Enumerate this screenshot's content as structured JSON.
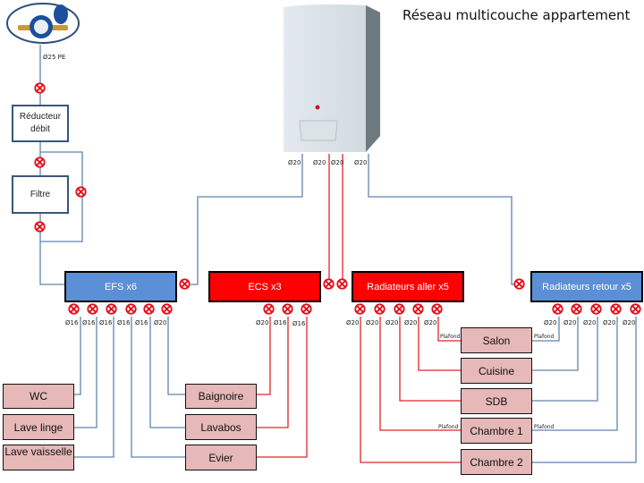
{
  "title": "Réseau multicouche appartement",
  "colors": {
    "cold_pipe": "#5f84b0",
    "hot_pipe": "#e0252a",
    "valve": "#e0101a",
    "cold_manifold": "#5b8fd6",
    "hot_manifold": "#ff0000",
    "room_fill": "#e6b8b8"
  },
  "supply": {
    "meter_icon": "water-meter-icon",
    "inlet_label": "Ø25 PE",
    "reducer_label": "Réducteur débit",
    "filter_label": "Filtre"
  },
  "boiler": {
    "icon": "boiler-icon",
    "outlets": [
      "Ø20",
      "Ø20",
      "Ø20",
      "Ø20"
    ]
  },
  "manifolds": {
    "efs": {
      "label": "EFS x6",
      "outlets": [
        "Ø16",
        "Ø16",
        "Ø16",
        "Ø16",
        "Ø16",
        "Ø20"
      ]
    },
    "ecs": {
      "label": "ECS x3",
      "outlets": [
        "Ø20",
        "Ø16",
        "Ø16"
      ]
    },
    "rad_aller": {
      "label": "Radiateurs aller x5",
      "outlets": [
        "Ø20",
        "Ø20",
        "Ø20",
        "Ø20",
        "Ø20"
      ]
    },
    "rad_retour": {
      "label": "Radiateurs retour x5",
      "outlets": [
        "Ø20",
        "Ø20",
        "Ø20",
        "Ø20",
        "Ø20"
      ]
    }
  },
  "cold_only_fixtures": [
    "WC",
    "Lave linge",
    "Lave vaisselle"
  ],
  "mixed_fixtures": [
    "Baignoire",
    "Lavabos",
    "Evier"
  ],
  "rooms": [
    "Salon",
    "Cuisine",
    "SDB",
    "Chambre 1",
    "Chambre 2"
  ],
  "plafond_label": "Plafond"
}
